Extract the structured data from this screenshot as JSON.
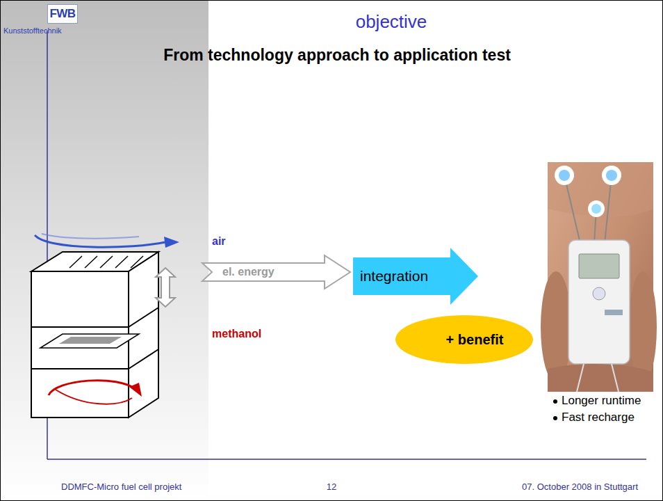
{
  "diagram": {
    "title": "objective",
    "nodes": [
      {
        "text": [
          "FWB",
          "Kunststofftechnik"
        ]
      },
      {
        "text": [
          "el. energy"
        ]
      },
      {
        "text": [
          "integration"
        ]
      },
      {
        "text": [
          "+ benefit"
        ]
      }
    ],
    "labels": [
      "From technology approach to application test",
      "air",
      "methanol",
      "Longer runtime",
      "Fast recharge",
      "DDMFC-Micro fuel cell projekt",
      "12",
      "07. October 2008 in Stuttgart"
    ]
  }
}
